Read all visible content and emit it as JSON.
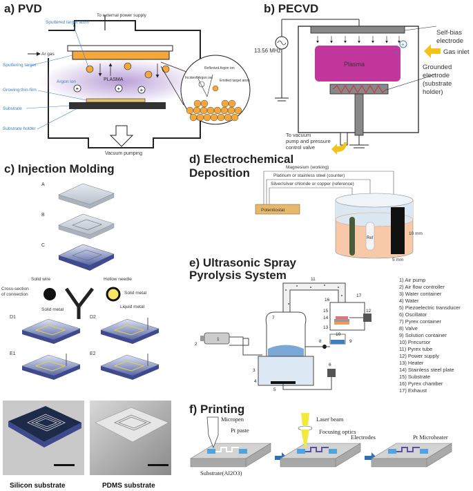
{
  "panels": {
    "a": {
      "title": "a) PVD",
      "labels": {
        "power": "To external power supply",
        "sputtered_atom": "Sputtered target atom",
        "ar_gas": "Ar gas",
        "sputtering_target": "Sputtering target",
        "argon_ion": "Argon ion",
        "plasma": "PLASMA",
        "growing_film": "Growing thin-film",
        "substrate": "Substrate",
        "substrate_holder": "Substrate holder",
        "vacuum": "Vacuum pumping",
        "reflected_ion": "Reflected Argon ion",
        "incident_ion": "Incident Argon ion",
        "emitted_atom": "Emitted target atom"
      }
    },
    "b": {
      "title": "b) PECVD",
      "labels": {
        "freq": "13.56 MHz",
        "self_bias": "Self-bias electrode",
        "gas_inlet": "Gas inlet",
        "plasma": "Plasma",
        "grounded": "Grounded electrode (substrate holder)",
        "vacuum": "To vacuum pump and pressure control valve",
        "electron": "e"
      }
    },
    "c": {
      "title": "c) Injection Molding",
      "steps": [
        "A",
        "B",
        "C",
        "D1",
        "D2",
        "E1",
        "E2"
      ],
      "labels": {
        "solid_wire": "Solid wire",
        "hollow_needle": "Hollow needle",
        "cross_section": "Cross-section of connection",
        "solid_metal_left": "Solid metal",
        "solid_metal_right": "Solid metal",
        "liquid_metal": "Liquid metal"
      },
      "photo_captions": [
        "Silicon substrate",
        "PDMS substrate"
      ]
    },
    "d": {
      "title_line1": "d) Electrochemical",
      "title_line2": "Deposition",
      "electrodes": [
        "Magnesium (working)",
        "Platinum or stainless steel (counter)",
        "Silver/silver chloride or copper (reference)"
      ],
      "potentiostat": "Potentiostat",
      "dim_h": "10 mm",
      "dim_w": "5 mm",
      "ref_label": "Ref"
    },
    "e": {
      "title_line1": "e) Ultrasonic Spray",
      "title_line2": "Pyrolysis System",
      "legend": [
        "1)   Air pump",
        "2)   Air flow controller",
        "3)   Water container",
        "4)   Water",
        "5)   Piezoelectric transducer",
        "6)   Oscillator",
        "7)   Pyrex container",
        "8)   Valve",
        "9)   Solution container",
        "10)  Precursor",
        "11)  Pyrex tube",
        "12)  Power supply",
        "13)  Heater",
        "14)  Stainless steel plate",
        "15)  Substrate",
        "16)  Pyrex chamber",
        "17)  Exhaust"
      ],
      "callouts": [
        "1",
        "2",
        "3",
        "4",
        "5",
        "6",
        "7",
        "8",
        "9",
        "10",
        "11",
        "12",
        "13",
        "14",
        "15",
        "16",
        "17"
      ]
    },
    "f": {
      "title": "f) Printing",
      "labels": {
        "micropen": "Micropen",
        "pt_paste": "Pt paste",
        "substrate": "Substrate(Al2O3)",
        "laser": "Laser beam",
        "focusing": "Focusing optics",
        "electrodes": "Electrodes",
        "microheater": "Pt Microheater"
      }
    }
  },
  "colors": {
    "plasma_pvd": "#b59ad6",
    "plasma_pecvd": "#c2379b",
    "target": "#f3a73d",
    "accent_blue": "#3a7fc1",
    "gas_arrow": "#f3c31c",
    "electrolyte": "#f7c9a8",
    "electrode_blue": "#4fa3e0"
  }
}
